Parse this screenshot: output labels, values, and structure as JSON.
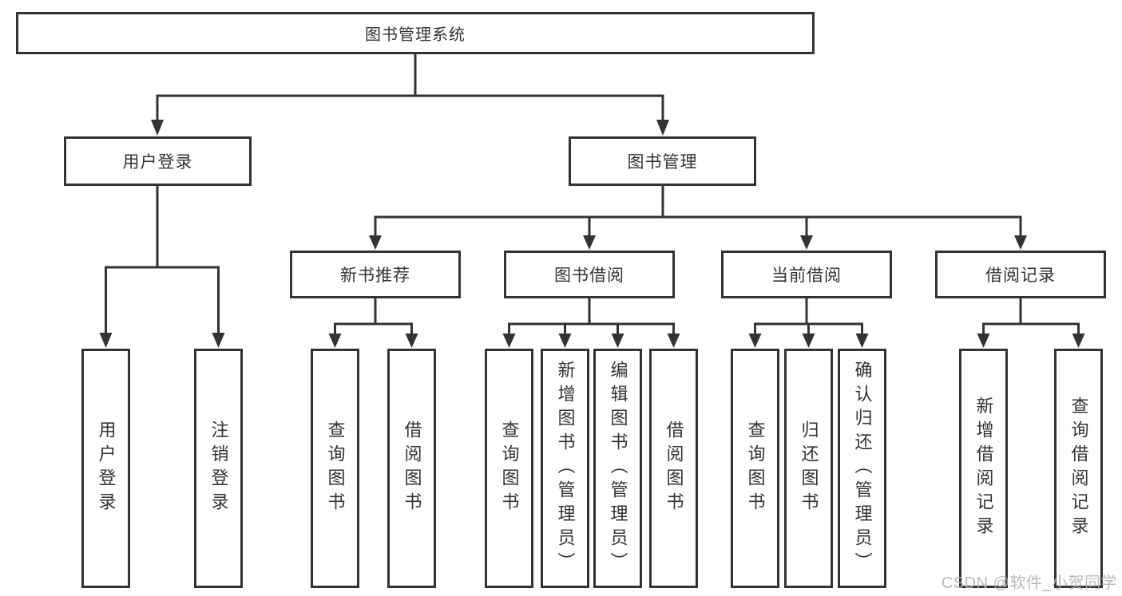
{
  "diagram": {
    "root_label": "图书管理系统",
    "branches": [
      {
        "label": "用户登录",
        "children": [
          {
            "label": "用户登录"
          },
          {
            "label": "注销登录"
          }
        ]
      },
      {
        "label": "图书管理",
        "children": [
          {
            "label": "新书推荐",
            "children": [
              {
                "label": "查询图书"
              },
              {
                "label": "借阅图书"
              }
            ]
          },
          {
            "label": "图书借阅",
            "children": [
              {
                "label": "查询图书"
              },
              {
                "label": "新增图书（管理员）"
              },
              {
                "label": "编辑图书（管理员）"
              },
              {
                "label": "借阅图书"
              }
            ]
          },
          {
            "label": "当前借阅",
            "children": [
              {
                "label": "查询图书"
              },
              {
                "label": "归还图书"
              },
              {
                "label": "确认归还（管理员）"
              }
            ]
          },
          {
            "label": "借阅记录",
            "children": [
              {
                "label": "新增借阅记录"
              },
              {
                "label": "查询借阅记录"
              }
            ]
          }
        ]
      }
    ]
  },
  "watermark": {
    "text": "CSDN @软件_小贺同学"
  },
  "colors": {
    "line": "#333333",
    "text": "#333333",
    "watermark": "#b3b3b3",
    "background": "#ffffff"
  }
}
